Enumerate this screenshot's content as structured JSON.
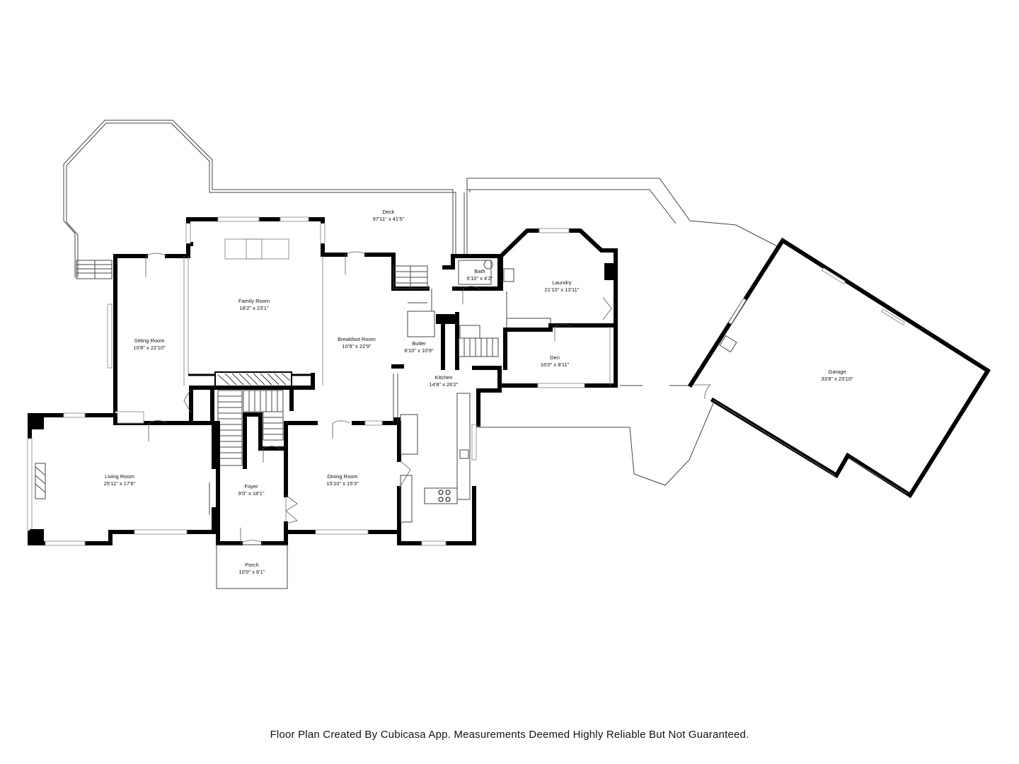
{
  "rooms": {
    "deck": {
      "name": "Deck",
      "dims": "97'11\" x 41'5\""
    },
    "family": {
      "name": "Family Room",
      "dims": "18'2\" x 23'1\""
    },
    "sitting": {
      "name": "Sitting Room",
      "dims": "10'8\" x 22'10\""
    },
    "breakfast": {
      "name": "Breakfast Room",
      "dims": "10'9\" x 22'9\""
    },
    "butler": {
      "name": "Butler",
      "dims": "8'10\" x 10'9\""
    },
    "kitchen": {
      "name": "Kitchen",
      "dims": "14'8\" x 26'2\""
    },
    "bath": {
      "name": "Bath",
      "dims": "5'10\" x 4'2\""
    },
    "laundry": {
      "name": "Laundry",
      "dims": "21'10\" x 13'11\""
    },
    "den": {
      "name": "Den",
      "dims": "16'0\" x 8'11\""
    },
    "garage": {
      "name": "Garage",
      "dims": "33'8\" x 23'10\""
    },
    "living": {
      "name": "Living Room",
      "dims": "25'11\" x 17'6\""
    },
    "foyer": {
      "name": "Foyer",
      "dims": "9'0\" x 18'1\""
    },
    "dining": {
      "name": "Dining Room",
      "dims": "15'10\" x 15'3\""
    },
    "porch": {
      "name": "Porch",
      "dims": "10'0\" x 6'1\""
    }
  },
  "footer": "Floor Plan Created By Cubicasa App. Measurements Deemed Highly Reliable But Not Guaranteed."
}
